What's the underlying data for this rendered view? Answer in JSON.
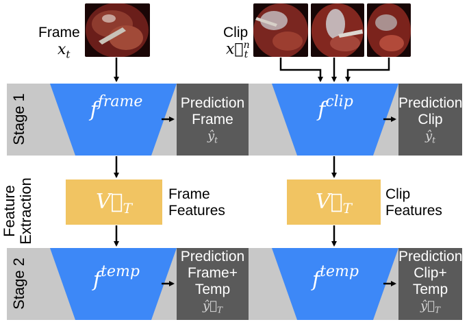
{
  "input": {
    "frame_label": "Frame",
    "frame_symbol": "x",
    "frame_symbol_sub": "t",
    "clip_label": "Clip",
    "clip_symbol": "x⃗",
    "clip_symbol_sup": "n",
    "clip_symbol_sub": "t"
  },
  "stage1": {
    "label": "Stage 1",
    "frame_func_base": "f",
    "frame_func_sup": "frame",
    "clip_func_base": "f",
    "clip_func_sup": "clip",
    "frame_pred_line1": "Prediction",
    "frame_pred_line2": "Frame",
    "frame_pred_symbol": "ŷ",
    "frame_pred_sub": "t",
    "clip_pred_line1": "Prediction",
    "clip_pred_line2": "Clip",
    "clip_pred_symbol": "ŷ",
    "clip_pred_sub": "t"
  },
  "feature_extraction": {
    "label_line1": "Feature",
    "label_line2": "Extraction",
    "vector_symbol": "V⃗",
    "vector_sub": "T",
    "frame_features_line1": "Frame",
    "frame_features_line2": "Features",
    "clip_features_line1": "Clip",
    "clip_features_line2": "Features"
  },
  "stage2": {
    "label": "Stage 2",
    "frame_func_base": "f",
    "frame_func_sup": "temp",
    "clip_func_base": "f",
    "clip_func_sup": "temp",
    "frame_pred_line1": "Prediction",
    "frame_pred_line2": "Frame+",
    "frame_pred_line3": "Temp",
    "frame_pred_symbol": "ŷ⃗",
    "frame_pred_sub": "T",
    "clip_pred_line1": "Prediction",
    "clip_pred_line2": "Clip+",
    "clip_pred_line3": "Temp",
    "clip_pred_symbol": "ŷ⃗",
    "clip_pred_sub": "T"
  },
  "colors": {
    "network_blue": "#3d88f7",
    "feature_yellow": "#f1c462",
    "prediction_gray": "#5a5a5a",
    "band_gray": "#c8c8c8"
  }
}
